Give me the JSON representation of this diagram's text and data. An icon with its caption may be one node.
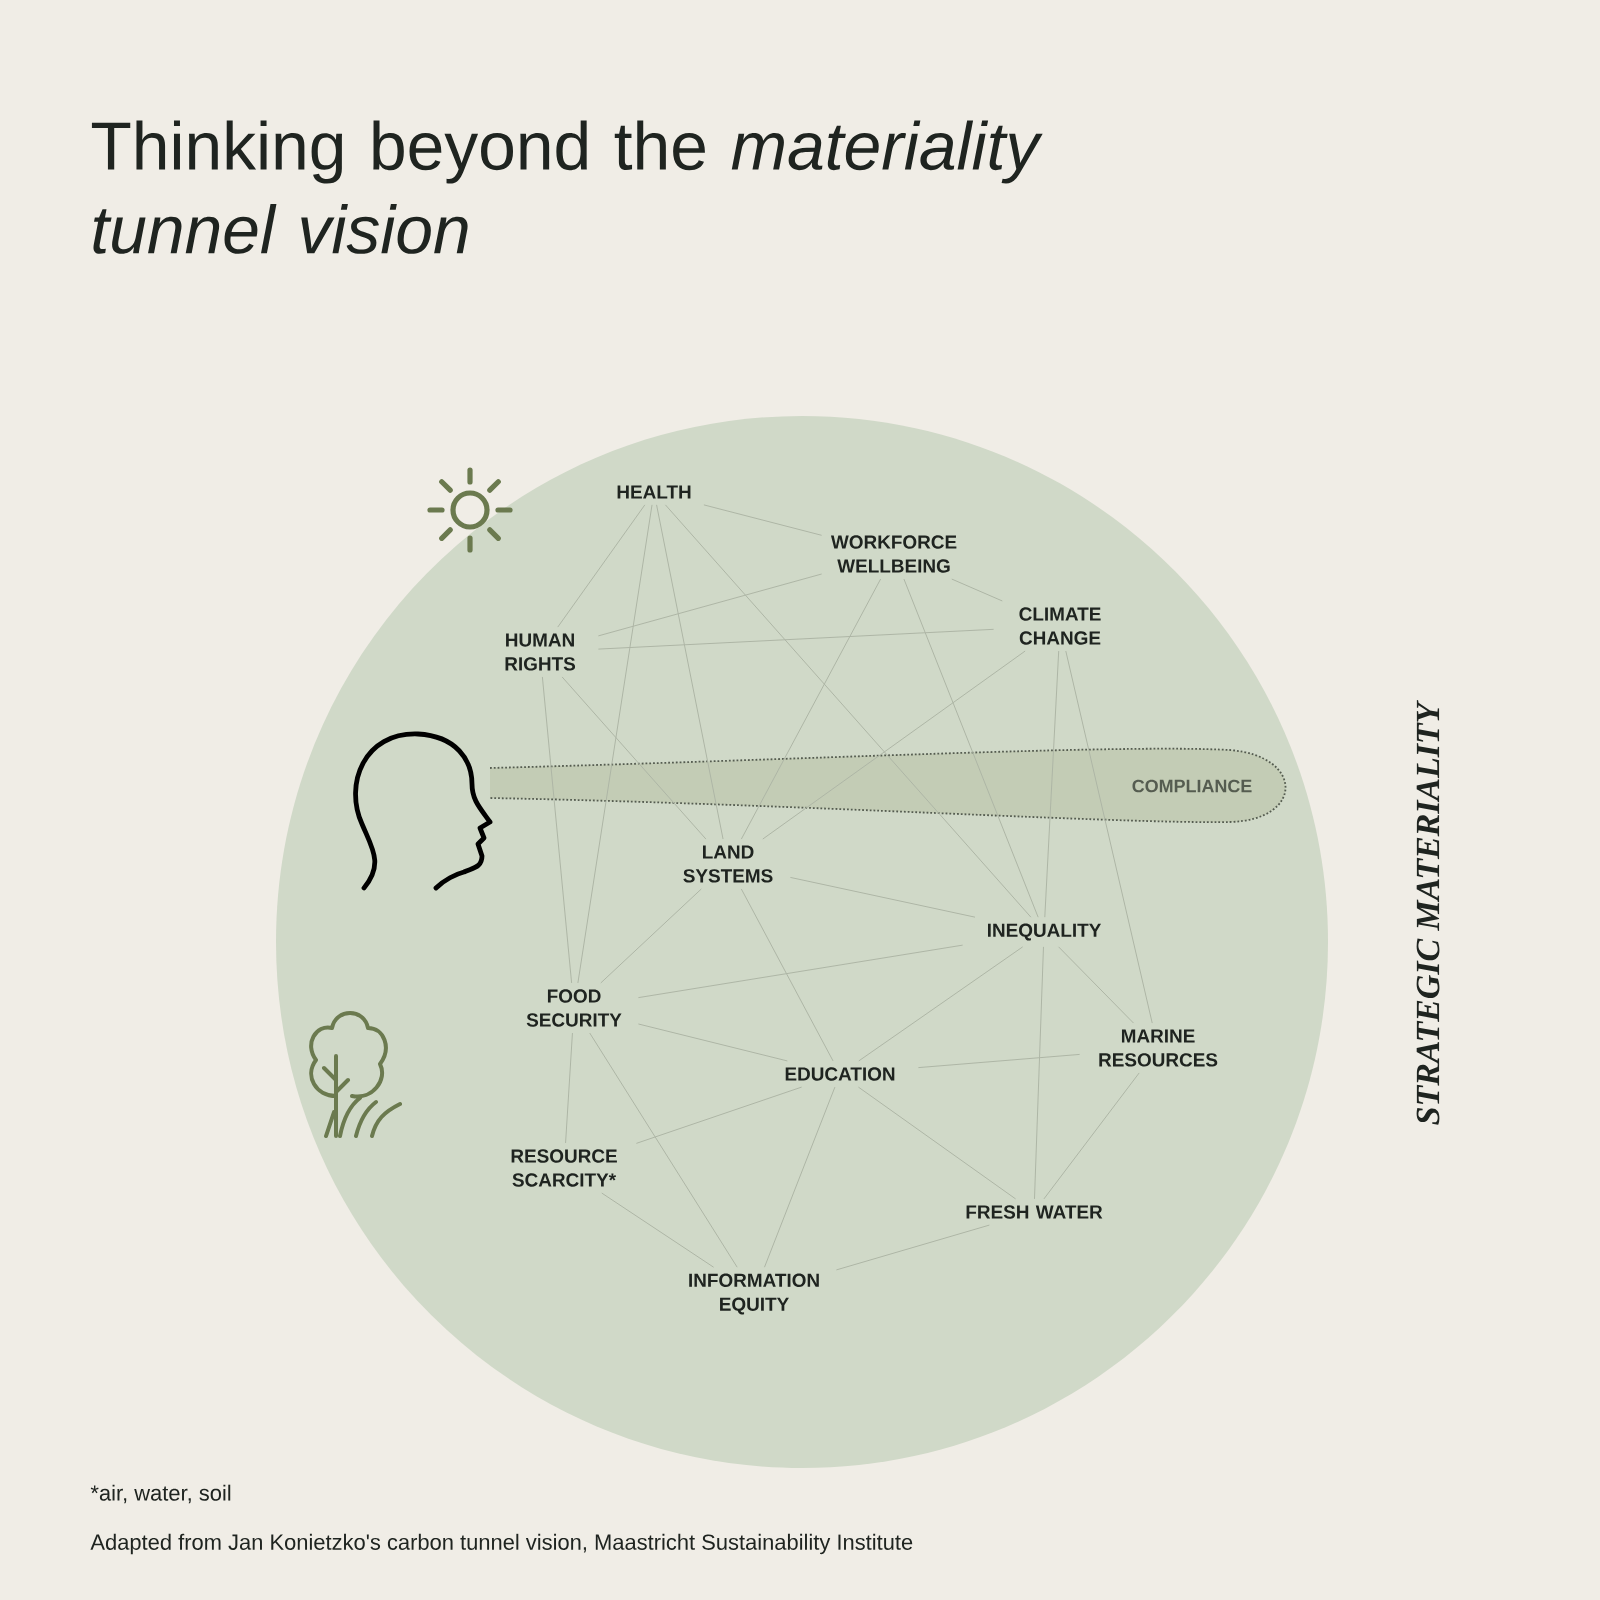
{
  "diagram": {
    "title": "Thinking beyond the *materiality tunnel vision*",
    "caption": "Adapted from Jan Konietzko's carbon tunnel vision, Maastricht Sustainability Institute",
    "nodes": [
      {
        "text": [
          "HEALTH"
        ]
      },
      {
        "text": [
          "WORKFORCE WELLBEING"
        ]
      },
      {
        "text": [
          "CLIMATE CHANGE"
        ]
      },
      {
        "text": [
          "HUMAN RIGHTS"
        ]
      },
      {
        "text": [
          "LAND SYSTEMS"
        ]
      },
      {
        "text": [
          "INEQUALITY"
        ]
      },
      {
        "text": [
          "FOOD SECURITY"
        ]
      },
      {
        "text": [
          "MARINE RESOURCES"
        ]
      },
      {
        "text": [
          "EDUCATION"
        ]
      },
      {
        "text": [
          "RESOURCE SCARCITY*"
        ]
      },
      {
        "text": [
          "FRESH WATER"
        ]
      },
      {
        "text": [
          "INFORMATION EQUITY"
        ]
      }
    ],
    "edges": [
      {
        "from": 0,
        "to": 1,
        "arrow": "none"
      },
      {
        "from": 0,
        "to": 3,
        "arrow": "none"
      },
      {
        "from": 0,
        "to": 6,
        "arrow": "none"
      },
      {
        "from": 0,
        "to": 4,
        "arrow": "none"
      },
      {
        "from": 0,
        "to": 5,
        "arrow": "none"
      },
      {
        "from": 1,
        "to": 3,
        "arrow": "none"
      },
      {
        "from": 1,
        "to": 2,
        "arrow": "none"
      },
      {
        "from": 1,
        "to": 4,
        "arrow": "none"
      },
      {
        "from": 1,
        "to": 5,
        "arrow": "none"
      },
      {
        "from": 3,
        "to": 2,
        "arrow": "none"
      },
      {
        "from": 3,
        "to": 6,
        "arrow": "none"
      },
      {
        "from": 3,
        "to": 4,
        "arrow": "none"
      },
      {
        "from": 2,
        "to": 4,
        "arrow": "none"
      },
      {
        "from": 2,
        "to": 5,
        "arrow": "none"
      },
      {
        "from": 2,
        "to": 7,
        "arrow": "none"
      },
      {
        "from": 4,
        "to": 5,
        "arrow": "none"
      },
      {
        "from": 4,
        "to": 6,
        "arrow": "none"
      },
      {
        "from": 4,
        "to": 8,
        "arrow": "none"
      },
      {
        "from": 5,
        "to": 6,
        "arrow": "none"
      },
      {
        "from": 5,
        "to": 8,
        "arrow": "none"
      },
      {
        "from": 5,
        "to": 10,
        "arrow": "none"
      },
      {
        "from": 5,
        "to": 7,
        "arrow": "none"
      },
      {
        "from": 6,
        "to": 8,
        "arrow": "none"
      },
      {
        "from": 6,
        "to": 9,
        "arrow": "none"
      },
      {
        "from": 6,
        "to": 11,
        "arrow": "none"
      },
      {
        "from": 8,
        "to": 7,
        "arrow": "none"
      },
      {
        "from": 8,
        "to": 9,
        "arrow": "none"
      },
      {
        "from": 8,
        "to": 11,
        "arrow": "none"
      },
      {
        "from": 8,
        "to": 10,
        "arrow": "none"
      },
      {
        "from": 7,
        "to": 10,
        "arrow": "none"
      },
      {
        "from": 9,
        "to": 11,
        "arrow": "none"
      },
      {
        "from": 10,
        "to": 11,
        "arrow": "none"
      }
    ],
    "labels": [
      "COMPLIANCE",
      "STRATEGIC MATERIALITY",
      "*air, water, soil"
    ]
  }
}
